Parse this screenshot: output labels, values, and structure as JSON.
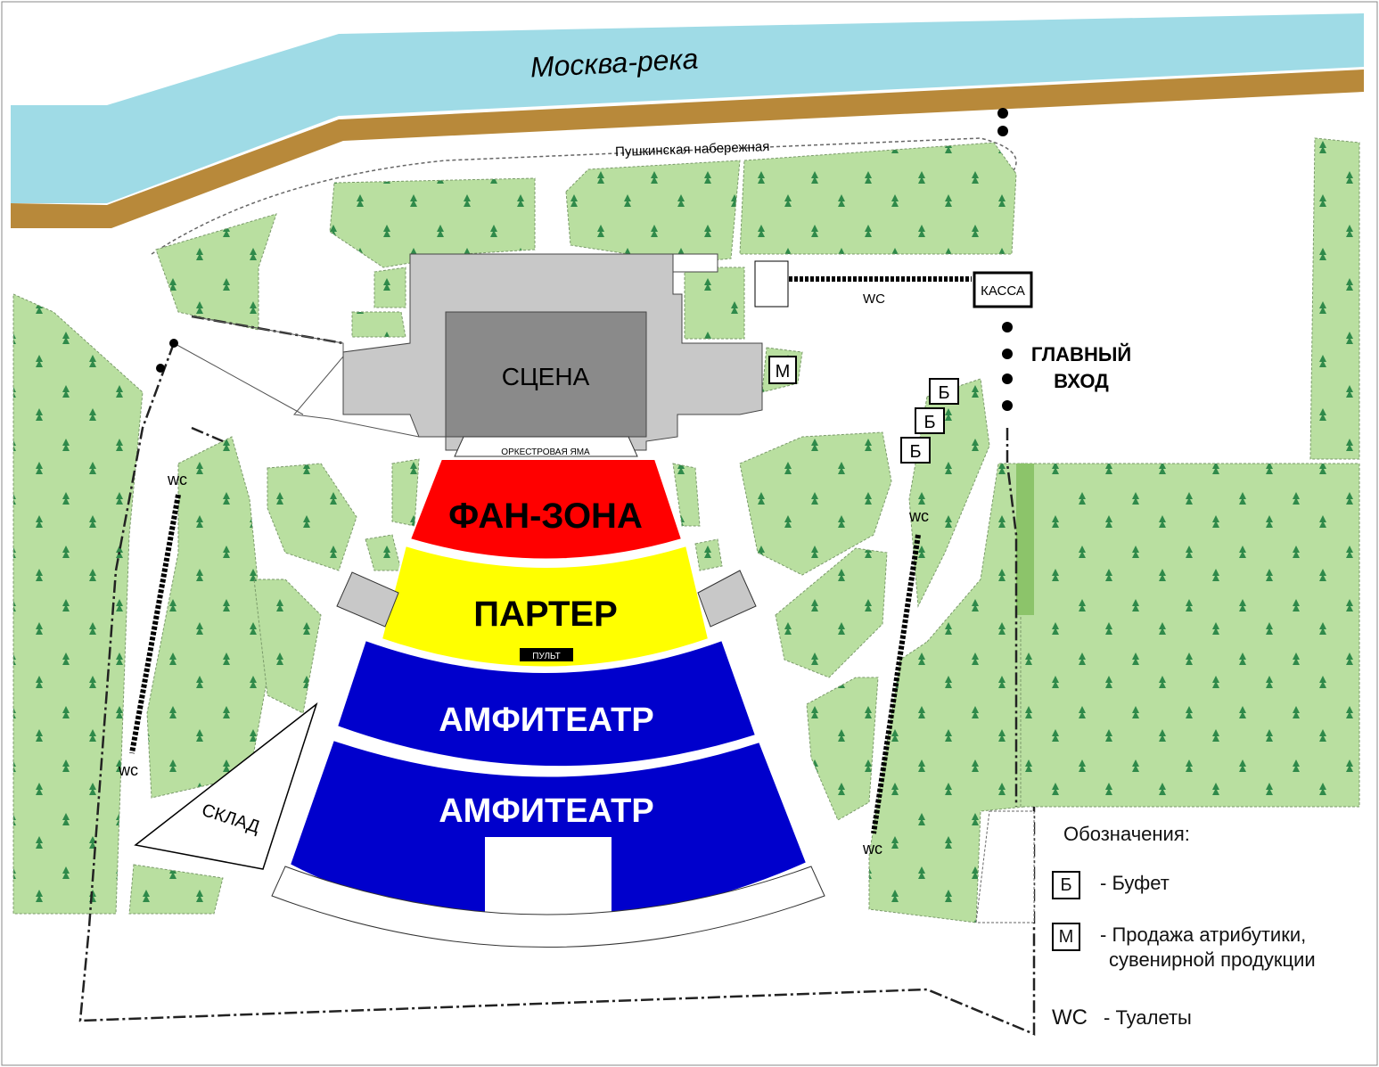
{
  "map": {
    "river_label": "Москва-река",
    "embankment_label": "Пушкинская набережная",
    "stage_label": "СЦЕНА",
    "orchestra_pit_label": "ОРКЕСТРОВАЯ ЯМА",
    "zones": {
      "fan_zone": "ФАН-ЗОНА",
      "parterre": "ПАРТЕР",
      "console": "ПУЛЬТ",
      "amphitheatre_1": "АМФИТЕАТР",
      "amphitheatre_2": "АМФИТЕАТР"
    },
    "warehouse_label": "СКЛАД",
    "ticket_office_label": "КАССА",
    "main_entrance_label_1": "ГЛАВНЫЙ",
    "main_entrance_label_2": "ВХОД",
    "merch_marker": "М",
    "buffet_marker": "Б",
    "wc_label": "wc",
    "wc_top_label": "WC",
    "colors": {
      "river": "#9fdbe6",
      "bank": "#b8893a",
      "grass": "#b9dfa0",
      "fan_zone": "#ff0000",
      "parterre": "#ffff00",
      "amphitheatre": "#0000cc",
      "stage_building": "#c8c8c8",
      "stage": "#8a8a8a"
    }
  },
  "legend": {
    "title": "Обозначения:",
    "buffet_key": "Б",
    "buffet_text": "- Буфет",
    "merch_key": "М",
    "merch_text_1": "- Продажа атрибутики,",
    "merch_text_2": "сувенирной продукции",
    "wc_key": "WC",
    "wc_text": "- Туалеты"
  }
}
